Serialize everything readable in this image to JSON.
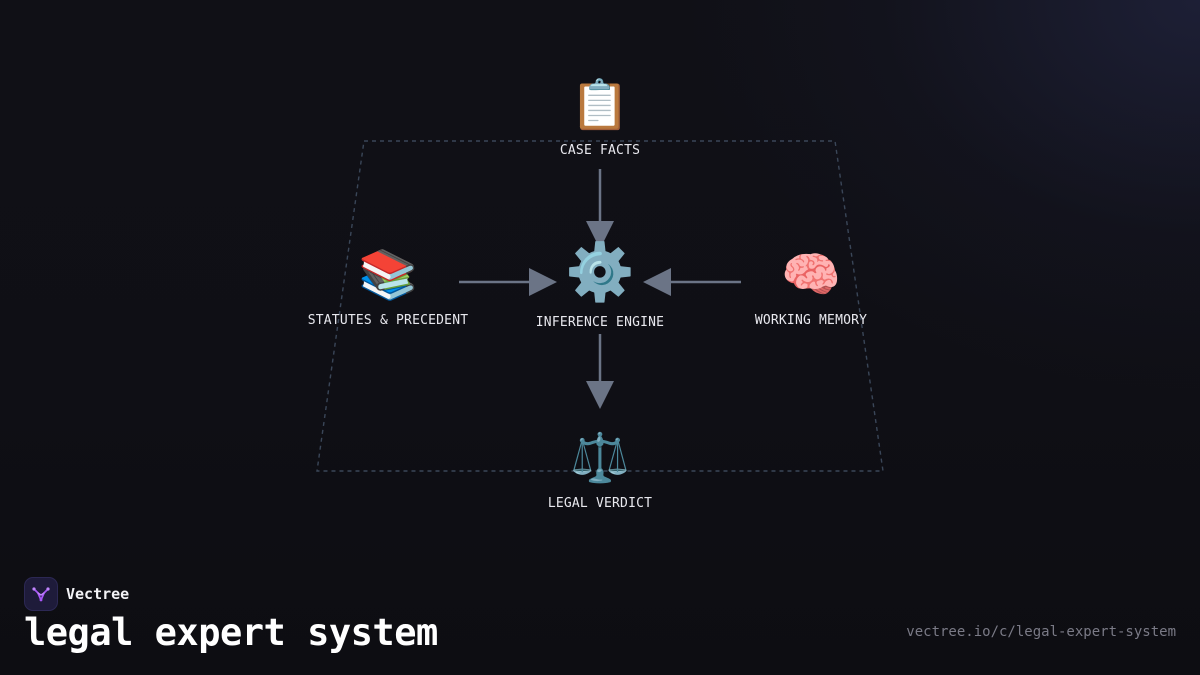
{
  "diagram": {
    "nodes": {
      "case_facts": {
        "icon": "clipboard-icon",
        "glyph": "📋",
        "label": "CASE FACTS"
      },
      "statutes": {
        "icon": "books-icon",
        "glyph": "📚",
        "label": "STATUTES & PRECEDENT"
      },
      "inference": {
        "icon": "gear-icon",
        "glyph": "⚙️",
        "label": "INFERENCE ENGINE"
      },
      "memory": {
        "icon": "brain-icon",
        "glyph": "🧠",
        "label": "WORKING MEMORY"
      },
      "verdict": {
        "icon": "balance-scale-icon",
        "glyph": "⚖️",
        "label": "LEGAL VERDICT"
      }
    },
    "edges": [
      {
        "from": "CASE FACTS",
        "to": "INFERENCE ENGINE"
      },
      {
        "from": "STATUTES & PRECEDENT",
        "to": "INFERENCE ENGINE"
      },
      {
        "from": "WORKING MEMORY",
        "to": "INFERENCE ENGINE"
      },
      {
        "from": "INFERENCE ENGINE",
        "to": "LEGAL VERDICT"
      }
    ],
    "colors": {
      "arrow": "#6b7486",
      "boundary": "#3a4658"
    }
  },
  "brand": {
    "name": "Vectree",
    "logo_icon": "vectree-logo-icon",
    "logo_color": "#a855f7"
  },
  "page": {
    "title": "legal expert system",
    "url": "vectree.io/c/legal-expert-system"
  }
}
